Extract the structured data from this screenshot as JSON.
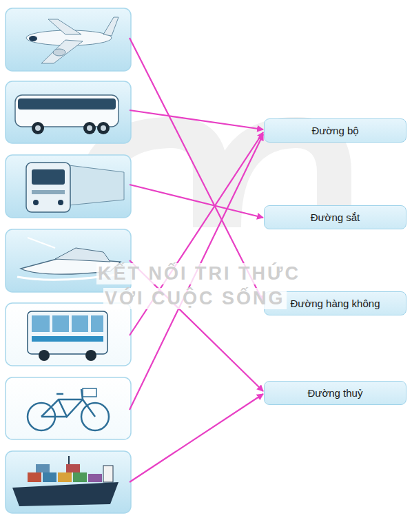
{
  "diagram": {
    "nodes": [
      {
        "text": [
          "Đường bộ"
        ]
      },
      {
        "text": [
          "Đường sắt"
        ]
      },
      {
        "text": [
          "Đường hàng không"
        ]
      },
      {
        "text": [
          "Đường thuỷ"
        ]
      }
    ],
    "labels": [
      "KẾT NỐI TRI THỨC",
      "VỚI CUỘC SỐNG"
    ]
  }
}
